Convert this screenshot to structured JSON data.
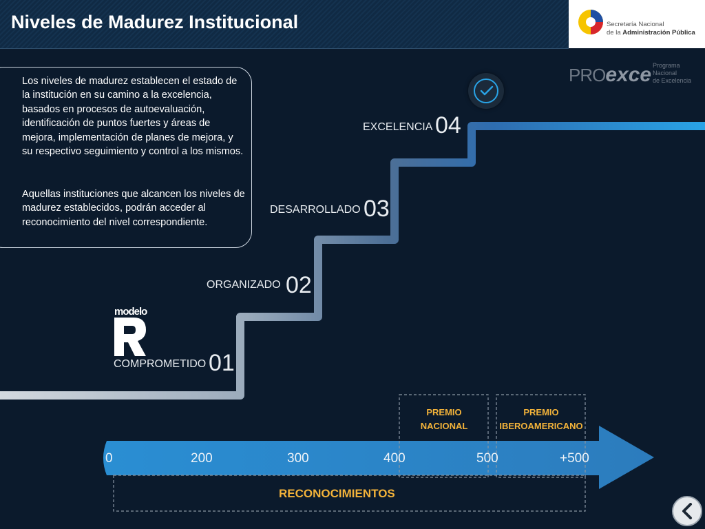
{
  "header": {
    "title": "Niveles de Madurez Institucional"
  },
  "logo": {
    "line1": "Secretaría Nacional",
    "line2_prefix": "de la ",
    "line2_bold": "Administración Pública"
  },
  "description": {
    "paragraph1": "Los niveles de madurez establecen el estado de la institución en su camino a la excelencia, basados en procesos de autoevaluación, identificación de puntos fuertes y áreas de mejora, implementación de planes de mejora, y su respectivo seguimiento y control a los mismos.",
    "paragraph2": "Aquellas instituciones que alcancen los niveles de madurez establecidos, podrán acceder al reconocimiento del nivel correspondiente."
  },
  "proexce": {
    "pro": "PRO",
    "exce": "exce",
    "sub1": "Programa",
    "sub2": "Nacional",
    "sub3": "de Excelencia"
  },
  "modelo": {
    "label": "modelo"
  },
  "levels": [
    {
      "name": "COMPROMETIDO",
      "number": "01"
    },
    {
      "name": "ORGANIZADO",
      "number": "02"
    },
    {
      "name": "DESARROLLADO",
      "number": "03"
    },
    {
      "name": "EXCELENCIA",
      "number": "04"
    }
  ],
  "scale": {
    "ticks": [
      "0",
      "200",
      "300",
      "400",
      "500",
      "+500"
    ],
    "label": "RECONOCIMIENTOS"
  },
  "prizes": [
    {
      "line1": "PREMIO",
      "line2": "NACIONAL"
    },
    {
      "line1": "PREMIO",
      "line2": "IBEROAMERICANO"
    }
  ],
  "colors": {
    "background": "#0b1a2c",
    "accent": "#29a3e6",
    "prize": "#f3b33a"
  }
}
